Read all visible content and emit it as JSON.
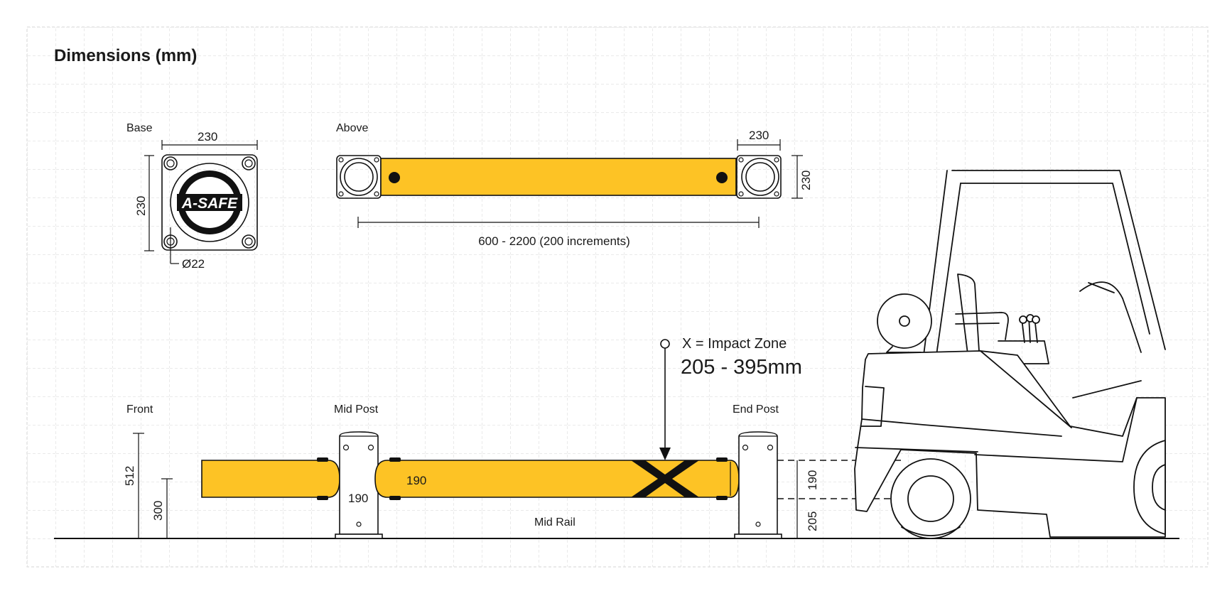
{
  "title": "Dimensions (mm)",
  "colors": {
    "accent_yellow": "#fdc325",
    "line": "#111111",
    "grid": "#d9d9d9"
  },
  "base_view": {
    "label": "Base",
    "width": "230",
    "height": "230",
    "hole": "Ø22",
    "logo": "A-SAFE"
  },
  "above_view": {
    "label": "Above",
    "end_width": "230",
    "end_height": "230",
    "length": "600 - 2200 (200 increments)"
  },
  "front_view": {
    "label": "Front",
    "mid_post_label": "Mid Post",
    "end_post_label": "End Post",
    "mid_rail_label": "Mid Rail",
    "total_height": "512",
    "post_height": "300",
    "rail_height_mid": "190",
    "rail_height_left": "190",
    "rail_height_right": "190",
    "ground_gap": "205",
    "impact_label": "X = Impact Zone",
    "impact_range": "205 - 395mm"
  }
}
